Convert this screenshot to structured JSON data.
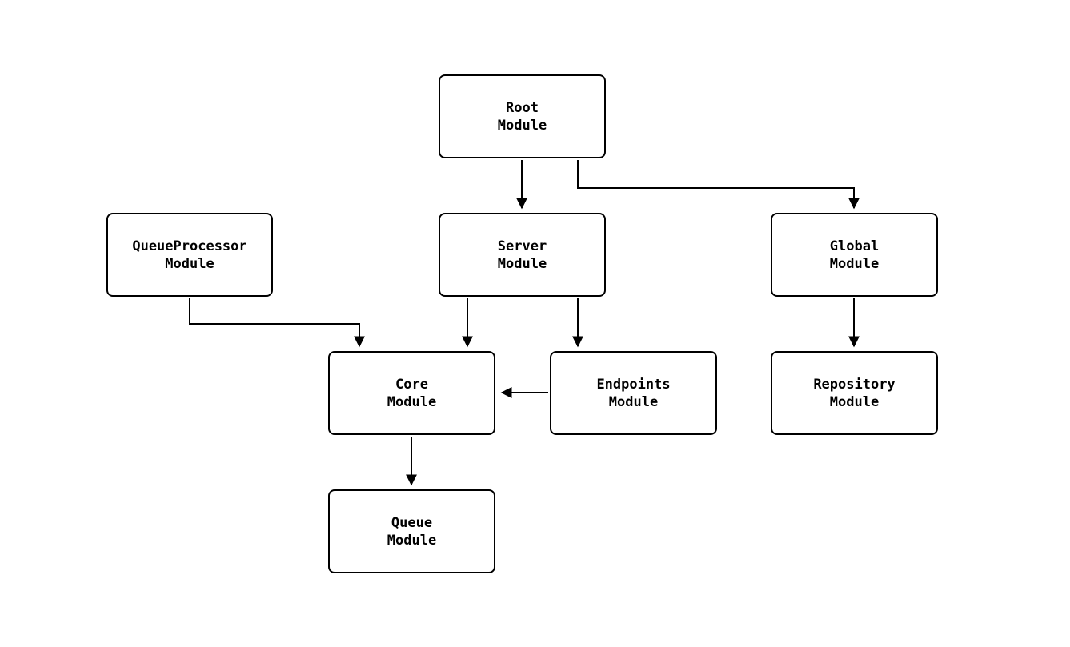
{
  "diagram": {
    "type": "dependency-graph",
    "background_color": "#ffffff",
    "node_fill_color": "#ffffff",
    "node_border_color": "#000000",
    "edge_color": "#000000",
    "text_color": "#000000",
    "nodes": [
      {
        "id": "root-module",
        "lines": [
          "Root",
          "Module"
        ]
      },
      {
        "id": "queueprocessor-module",
        "lines": [
          "QueueProcessor",
          "Module"
        ]
      },
      {
        "id": "server-module",
        "lines": [
          "Server",
          "Module"
        ]
      },
      {
        "id": "global-module",
        "lines": [
          "Global",
          "Module"
        ]
      },
      {
        "id": "core-module",
        "lines": [
          "Core",
          "Module"
        ]
      },
      {
        "id": "endpoints-module",
        "lines": [
          "Endpoints",
          "Module"
        ]
      },
      {
        "id": "repository-module",
        "lines": [
          "Repository",
          "Module"
        ]
      },
      {
        "id": "queue-module",
        "lines": [
          "Queue",
          "Module"
        ]
      }
    ],
    "edges": [
      {
        "from": "root-module",
        "to": "server-module"
      },
      {
        "from": "root-module",
        "to": "global-module"
      },
      {
        "from": "queueprocessor-module",
        "to": "core-module"
      },
      {
        "from": "server-module",
        "to": "core-module"
      },
      {
        "from": "server-module",
        "to": "endpoints-module"
      },
      {
        "from": "endpoints-module",
        "to": "core-module"
      },
      {
        "from": "global-module",
        "to": "repository-module"
      },
      {
        "from": "core-module",
        "to": "queue-module"
      }
    ]
  }
}
